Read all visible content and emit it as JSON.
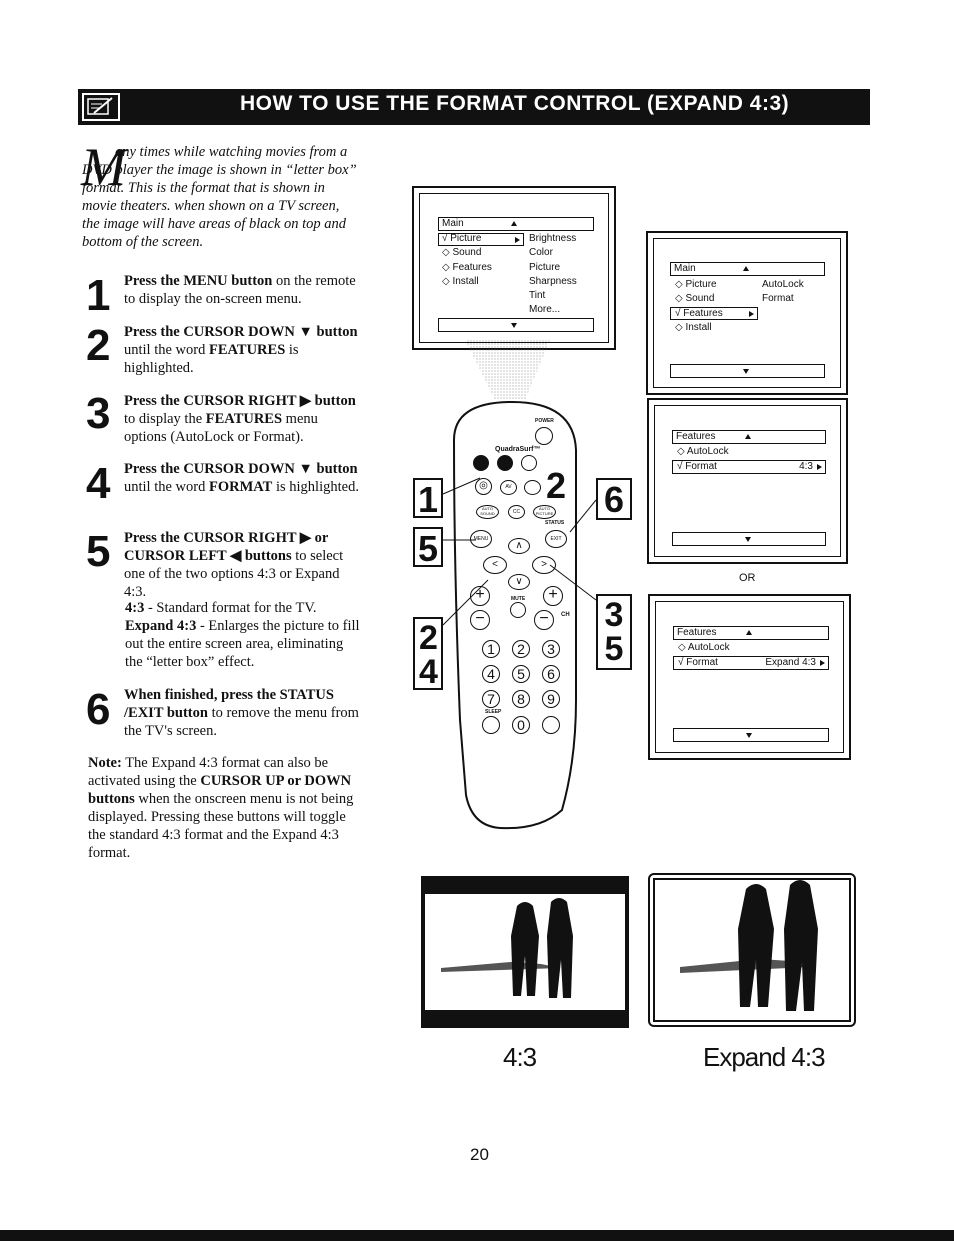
{
  "header": {
    "title": "HOW TO USE THE FORMAT CONTROL (EXPAND 4:3)"
  },
  "intro": {
    "dropcap": "M",
    "text": "any times while watching movies from a DVD player the image is shown in “letter box” format. This is the format that is shown in movie theaters. when shown on a TV screen, the image will have areas of black on top and bottom of the screen."
  },
  "steps": [
    {
      "num": "1",
      "bold": "Press the MENU button",
      "rest": " on the remote to display the on-screen menu."
    },
    {
      "num": "2",
      "bold": "Press the CURSOR DOWN ▼ button",
      "rest": " until the word ",
      "bold2": "FEATURES",
      "rest2": " is highlighted."
    },
    {
      "num": "3",
      "bold": "Press the CURSOR RIGHT ▶ button",
      "rest": " to display the ",
      "bold2": "FEATURES",
      "rest2": " menu options (AutoLock or Format)."
    },
    {
      "num": "4",
      "bold": "Press the CURSOR DOWN ▼ button",
      "rest": " until the word ",
      "bold2": "FORMAT",
      "rest2": " is highlighted."
    },
    {
      "num": "5",
      "bold": "Press the CURSOR RIGHT ▶ or CURSOR LEFT ◀ buttons",
      "rest": " to select one of the two options 4:3 or Expand 4:3."
    },
    {
      "num": "6",
      "bold": "When finished, press the STATUS /EXIT button",
      "rest": " to remove the menu from the TV's screen."
    }
  ],
  "step5_detail": {
    "line1_bold": "4:3",
    "line1_rest": " - Standard format for the TV.",
    "line2_bold": "Expand 4:3",
    "line2_rest": " - Enlarges the picture to fill out the entire screen area, eliminating the “letter box” effect."
  },
  "note": {
    "label": "Note:",
    "text1": " The Expand 4:3 format can also be activated using the ",
    "bold": "CURSOR UP or DOWN buttons",
    "text2": " when the onscreen menu is not being displayed. Pressing these buttons will toggle the standard 4:3 format and the Expand 4:3 format."
  },
  "screen1": {
    "title": "Main",
    "left_items": [
      "√ Picture",
      "◇ Sound",
      "◇ Features",
      "◇ Install"
    ],
    "right_items": [
      "Brightness",
      "Color",
      "Picture",
      "Sharpness",
      "Tint",
      "More..."
    ]
  },
  "screen2": {
    "title": "Main",
    "left_items": [
      "◇ Picture",
      "◇ Sound",
      "√ Features",
      "◇ Install"
    ],
    "right_items": [
      "AutoLock",
      "Format"
    ]
  },
  "screen3": {
    "title": "Features",
    "items": [
      "◇ AutoLock",
      "√ Format"
    ],
    "value": "4:3"
  },
  "or_label": "OR",
  "screen4": {
    "title": "Features",
    "items": [
      "◇ AutoLock",
      "√ Format"
    ],
    "value": "Expand 4:3"
  },
  "remote": {
    "power": "POWER",
    "brand": "QuadraSurf™",
    "av": "AV",
    "auto_sound": "AUTO SOUND",
    "cc": "CC",
    "auto_picture": "AUTO PICTURE",
    "status": "STATUS",
    "menu": "MENU",
    "exit": "EXIT",
    "mute": "MUTE",
    "ch": "CH",
    "sleep": "SLEEP",
    "digits": [
      "1",
      "2",
      "3",
      "4",
      "5",
      "6",
      "7",
      "8",
      "9",
      "0"
    ]
  },
  "callouts": [
    "1",
    "5",
    "2 4",
    "2",
    "6",
    "3 5"
  ],
  "captions": {
    "left": "4:3",
    "right": "Expand 4:3"
  },
  "page_number": "20"
}
